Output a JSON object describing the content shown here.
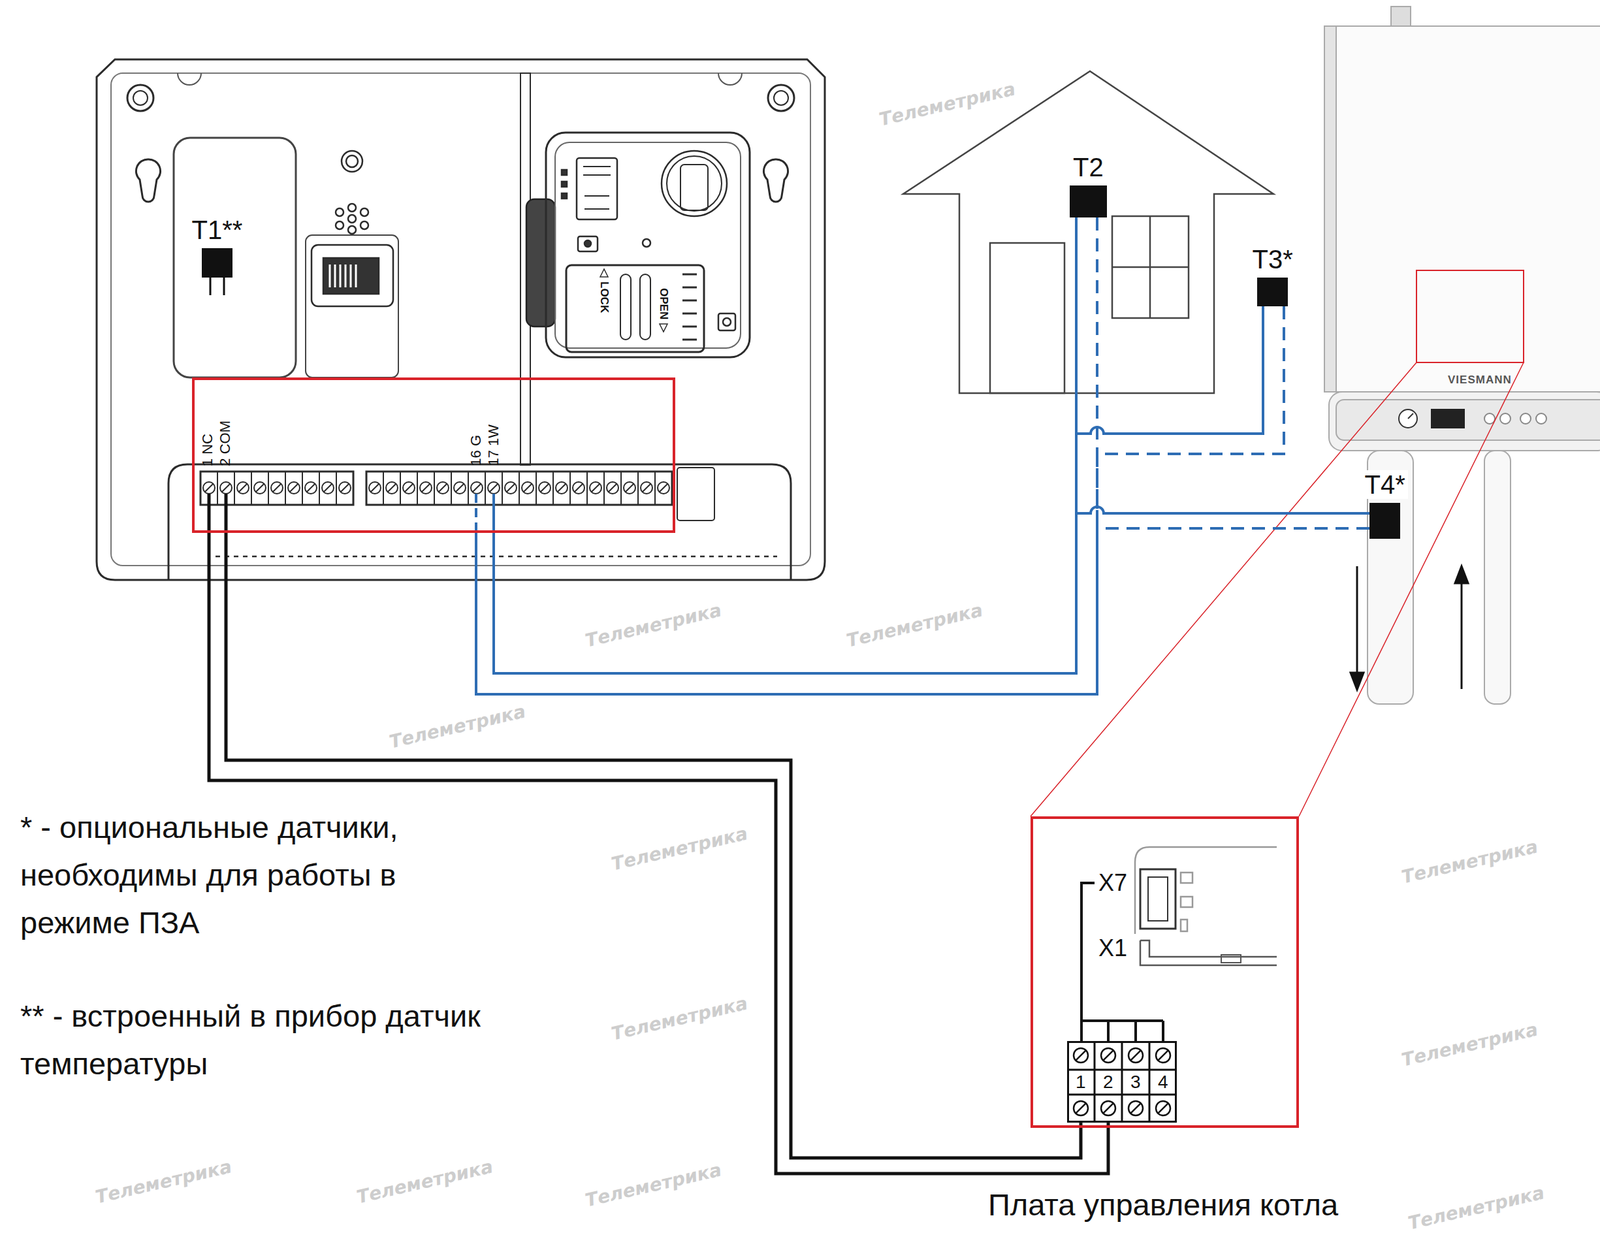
{
  "diagram": {
    "nodes": [
      {
        "text": [
          "1 NC",
          "2 COM",
          "16 G",
          "17 1W"
        ]
      },
      {
        "text": [
          "T1**"
        ]
      },
      {
        "text": [
          "T2"
        ]
      },
      {
        "text": [
          "T3*"
        ]
      },
      {
        "text": [
          "T4*"
        ]
      },
      {
        "text": [
          "X7",
          "X1"
        ]
      },
      {
        "text": [
          "1",
          "2",
          "3",
          "4"
        ],
        "in": 5
      }
    ],
    "edges": [
      {
        "from": 2,
        "to": 0,
        "arrow": "none"
      },
      {
        "from": 3,
        "to": 0,
        "arrow": "none"
      },
      {
        "from": 4,
        "to": 0,
        "arrow": "none"
      },
      {
        "from": 0,
        "to": 6,
        "arrow": "none"
      }
    ],
    "labels": [
      "* - опциональные датчики, необходимы для работы в режиме ПЗА",
      "** - встроенный в прибор датчик температуры",
      "Плата управления котла",
      "LOCK",
      "OPEN",
      "VIESMANN",
      "Телеметрика",
      "Телеметрика",
      "Телеметрика",
      "Телеметрика",
      "Телеметрика",
      "Телеметрика",
      "Телеметрика",
      "Телеметрика",
      "Телеметрика",
      "Телеметрика",
      "Телеметрика",
      "Телеметрика"
    ]
  }
}
